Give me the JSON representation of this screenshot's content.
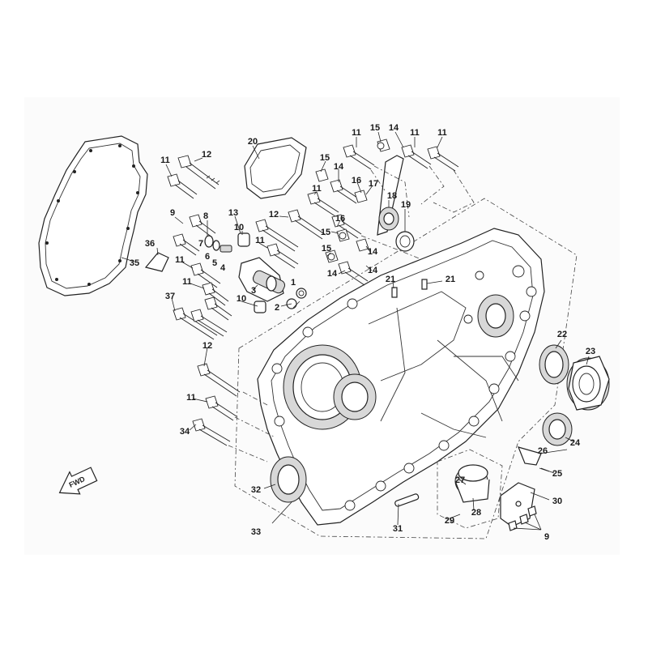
{
  "fwd_label": "FWD",
  "callouts": [
    "1",
    "2",
    "3",
    "4",
    "5",
    "6",
    "7",
    "8",
    "9",
    "10",
    "11",
    "12",
    "13",
    "14",
    "15",
    "16",
    "17",
    "18",
    "19",
    "20",
    "21",
    "22",
    "23",
    "24",
    "25",
    "26",
    "27",
    "28",
    "29",
    "30",
    "31",
    "32",
    "33",
    "34",
    "35",
    "36",
    "37"
  ]
}
